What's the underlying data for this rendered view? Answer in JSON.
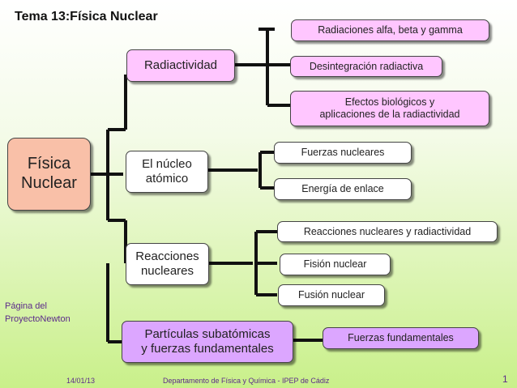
{
  "title": "Tema 13:Física Nuclear",
  "root": "Física\nNuclear",
  "branches": {
    "radiactividad": "Radiactividad",
    "nucleo": "El núcleo\natómico",
    "reacciones": "Reacciones\nnucleares",
    "particulas": "Partículas subatómicas\ny fuerzas fundamentales"
  },
  "leaves": {
    "alfa": "Radiaciones alfa, beta y gamma",
    "desintegracion": "Desintegración radiactiva",
    "efectos": "Efectos biológicos y\naplicaciones de la radiactividad",
    "fuerzas_nucleares": "Fuerzas nucleares",
    "energia_enlace": "Energía de enlace",
    "reacciones_radiactividad": "Reacciones nucleares y radiactividad",
    "fision": "Fisión nuclear",
    "fusion": "Fusión nuclear",
    "fuerzas_fundamentales": "Fuerzas fundamentales"
  },
  "credit": "Página del\nProyectoNewton",
  "footer": {
    "date": "14/01/13",
    "department": "Departamento de Física y Química -  IPEP de Cádiz",
    "page": "1"
  }
}
